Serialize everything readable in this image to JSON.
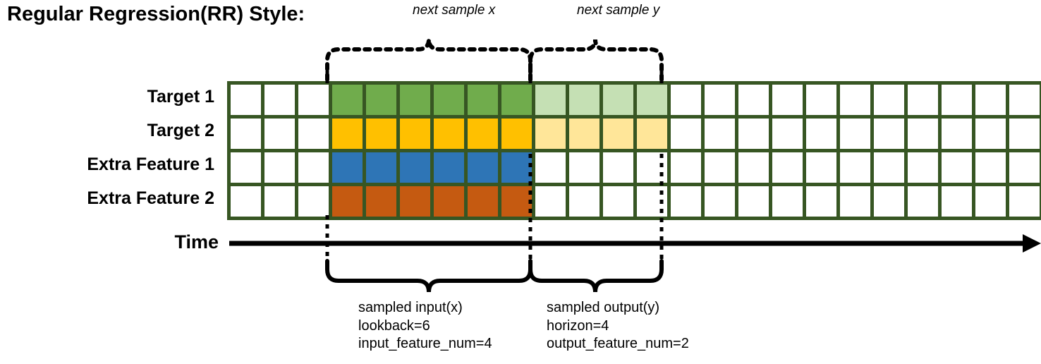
{
  "title": "Regular Regression(RR) Style:",
  "top_notes": {
    "next_sample_x": "next sample x",
    "next_sample_y": "next sample y"
  },
  "row_labels": [
    "Target 1",
    "Target 2",
    "Extra Feature 1",
    "Extra Feature 2"
  ],
  "axis": {
    "time_label": "Time"
  },
  "captions": {
    "input": {
      "line1": "sampled input(x)",
      "line2": "lookback=6",
      "line3": "input_feature_num=4"
    },
    "output": {
      "line1": "sampled output(y)",
      "line2": "horizon=4",
      "line3": "output_feature_num=2"
    }
  },
  "colors": {
    "grid_border": "#375623",
    "green": "#70AC4C",
    "green_light": "#C5E0B4",
    "yellow": "#FFC000",
    "yellow_light": "#FFE699",
    "blue": "#2E75B6",
    "orange": "#C55A11",
    "empty": "#FFFFFF"
  },
  "chart_data": {
    "type": "heatmap",
    "title": "Regular Regression(RR) Style:",
    "columns": 24,
    "rows": 4,
    "row_names": [
      "Target 1",
      "Target 2",
      "Extra Feature 1",
      "Extra Feature 2"
    ],
    "lookback": 6,
    "horizon": 4,
    "input_feature_num": 4,
    "output_feature_num": 2,
    "input_window_columns": [
      4,
      5,
      6,
      7,
      8,
      9
    ],
    "output_window_columns": [
      10,
      11,
      12,
      13
    ],
    "cells": [
      [
        "empty",
        "empty",
        "empty",
        "green",
        "green",
        "green",
        "green",
        "green",
        "green",
        "green_light",
        "green_light",
        "green_light",
        "green_light",
        "empty",
        "empty",
        "empty",
        "empty",
        "empty",
        "empty",
        "empty",
        "empty",
        "empty",
        "empty",
        "empty"
      ],
      [
        "empty",
        "empty",
        "empty",
        "yellow",
        "yellow",
        "yellow",
        "yellow",
        "yellow",
        "yellow",
        "yellow_light",
        "yellow_light",
        "yellow_light",
        "yellow_light",
        "empty",
        "empty",
        "empty",
        "empty",
        "empty",
        "empty",
        "empty",
        "empty",
        "empty",
        "empty",
        "empty"
      ],
      [
        "empty",
        "empty",
        "empty",
        "blue",
        "blue",
        "blue",
        "blue",
        "blue",
        "blue",
        "empty",
        "empty",
        "empty",
        "empty",
        "empty",
        "empty",
        "empty",
        "empty",
        "empty",
        "empty",
        "empty",
        "empty",
        "empty",
        "empty",
        "empty"
      ],
      [
        "empty",
        "empty",
        "empty",
        "orange",
        "orange",
        "orange",
        "orange",
        "orange",
        "orange",
        "empty",
        "empty",
        "empty",
        "empty",
        "empty",
        "empty",
        "empty",
        "empty",
        "empty",
        "empty",
        "empty",
        "empty",
        "empty",
        "empty",
        "empty"
      ]
    ],
    "annotations": [
      {
        "label": "next sample x",
        "position": "top",
        "span_columns": [
          4,
          9
        ]
      },
      {
        "label": "next sample y",
        "position": "top",
        "span_columns": [
          10,
          13
        ]
      },
      {
        "label": "sampled input(x)",
        "position": "bottom",
        "span_columns": [
          4,
          9
        ]
      },
      {
        "label": "sampled output(y)",
        "position": "bottom",
        "span_columns": [
          10,
          13
        ]
      }
    ]
  }
}
